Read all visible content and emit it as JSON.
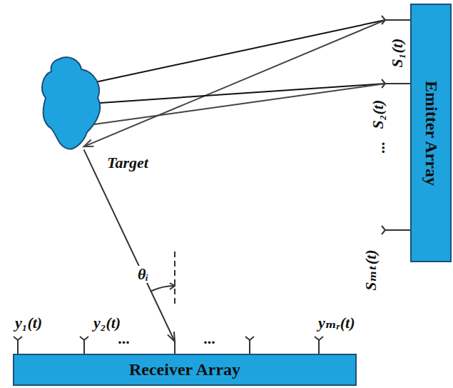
{
  "diagram": {
    "nodes": [
      {
        "text": [
          "Emitter Array"
        ]
      },
      {
        "text": [
          "Target"
        ]
      },
      {
        "text": [
          "Receiver Array"
        ]
      }
    ],
    "edges": [
      {
        "from": 0,
        "to": 1,
        "arrow": "to"
      },
      {
        "from": 0,
        "to": 1,
        "arrow": "to"
      },
      {
        "from": 0,
        "to": 1,
        "arrow": "to"
      },
      {
        "from": 0,
        "to": 1,
        "arrow": "to"
      },
      {
        "from": 1,
        "to": 2,
        "arrow": "to"
      }
    ],
    "labels": [
      "S₁(t)",
      "S₂(t)",
      "...",
      "Sₘₜ(t)",
      "θᵢ",
      "y₁(t)",
      "y₂(t)",
      "...",
      "...",
      "yₘᵣ(t)"
    ]
  }
}
